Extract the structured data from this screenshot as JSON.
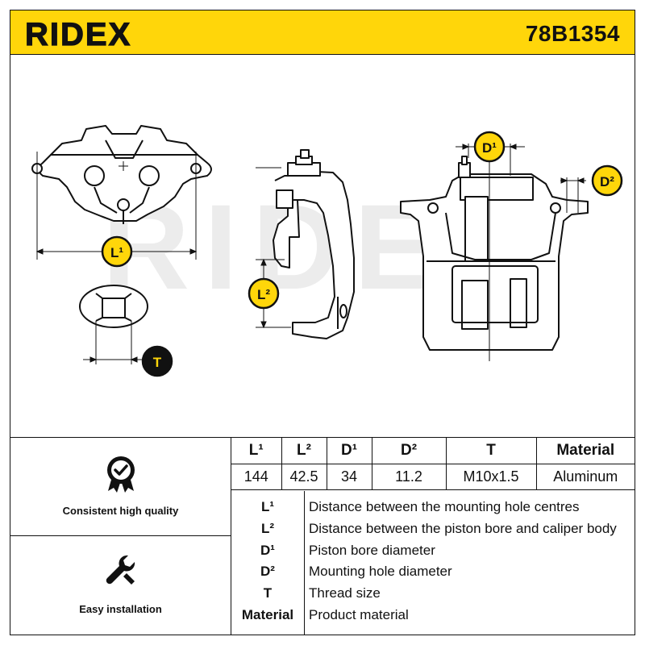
{
  "header": {
    "brand": "RIDEX",
    "part_number": "78B1354",
    "brand_color": "#111111",
    "background_color": "#ffd60a"
  },
  "drawing": {
    "watermark": "RIDEX",
    "dimension_labels": {
      "l1": "L¹",
      "l2": "L²",
      "d1": "D¹",
      "d2": "D²",
      "t": "T"
    },
    "marker_color": "#ffd60a"
  },
  "features": [
    {
      "icon": "quality-badge-icon",
      "label": "Consistent high quality"
    },
    {
      "icon": "wrench-icon",
      "label": "Easy installation"
    }
  ],
  "spec_table": {
    "headers": [
      "L¹",
      "L²",
      "D¹",
      "D²",
      "T",
      "Material"
    ],
    "values": [
      "144",
      "42.5",
      "34",
      "11.2",
      "M10x1.5",
      "Aluminum"
    ]
  },
  "legend": [
    {
      "key": "L¹",
      "description": "Distance between the mounting hole centres"
    },
    {
      "key": "L²",
      "description": "Distance between the piston bore and caliper body"
    },
    {
      "key": "D¹",
      "description": "Piston bore diameter"
    },
    {
      "key": "D²",
      "description": "Mounting hole diameter"
    },
    {
      "key": "T",
      "description": "Thread size"
    },
    {
      "key": "Material",
      "description": "Product material"
    }
  ]
}
